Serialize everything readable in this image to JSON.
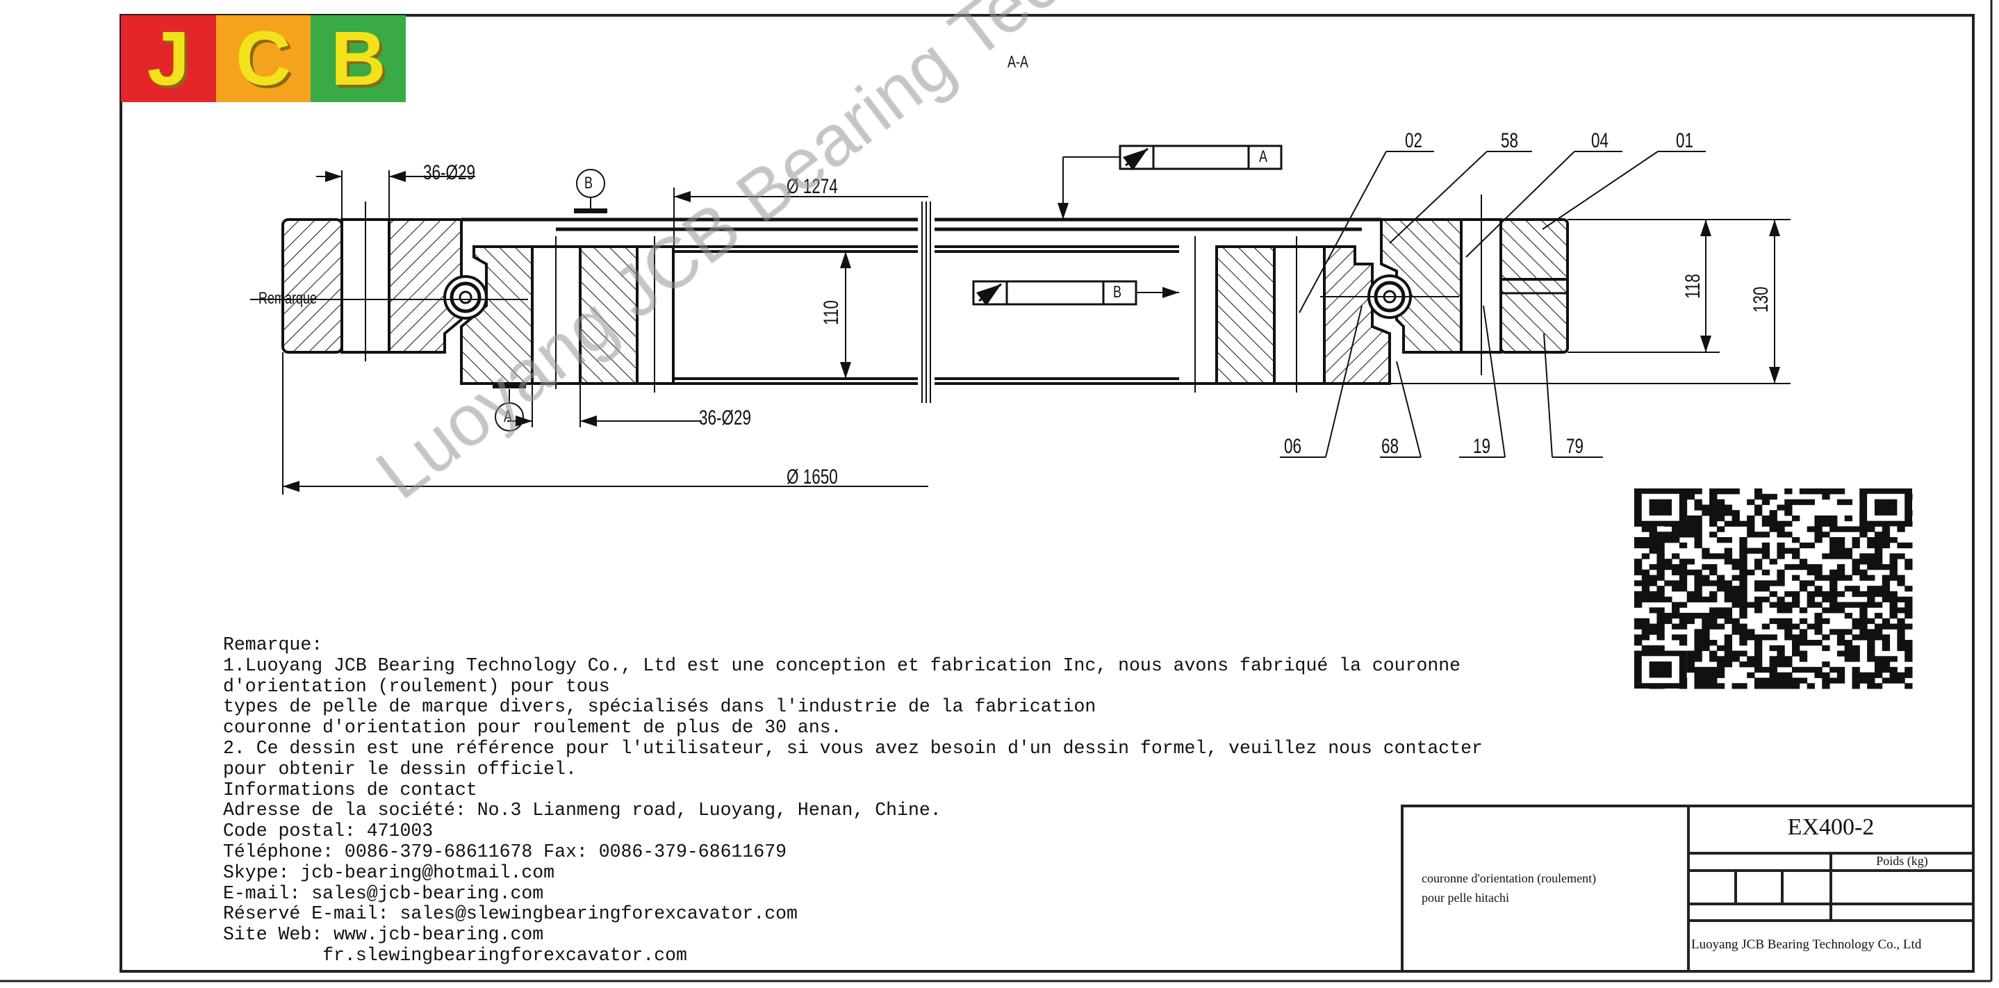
{
  "logo": {
    "letters": [
      "J",
      "C",
      "B"
    ],
    "colors": [
      "#e4262b",
      "#f5a31d",
      "#3aaa47"
    ]
  },
  "section_label": "A-A",
  "dimensions": {
    "bolt_holes_top": "36-Ø29",
    "bolt_holes_bottom": "36-Ø29",
    "inner_diameter": "Ø 1274",
    "outer_diameter": "Ø 1650",
    "inner_height": "110",
    "height_118": "118",
    "height_130": "130"
  },
  "datums": {
    "a": "A",
    "b": "B"
  },
  "tolerance_frames": [
    {
      "datum": "A"
    },
    {
      "datum": "B"
    }
  ],
  "left_note": "Remarque",
  "part_numbers_top": [
    "02",
    "58",
    "04",
    "01"
  ],
  "part_numbers_bottom": [
    "06",
    "68",
    "19",
    "79"
  ],
  "watermark": "Luoyang JCB Bearing Technology Co., Ltd",
  "remarks": [
    "Remarque:",
    "1.Luoyang JCB Bearing Technology Co., Ltd est une conception et fabrication Inc, nous avons fabriqué la couronne",
    "d'orientation (roulement) pour tous",
    "types de pelle de marque divers, spécialisés dans l'industrie de la fabrication",
    "couronne d'orientation pour roulement de plus de 30 ans.",
    "2. Ce dessin est une référence pour l'utilisateur, si vous avez besoin d'un dessin formel, veuillez nous contacter",
    "pour obtenir le dessin officiel.",
    "Informations de contact",
    "Adresse de la société: No.3 Lianmeng road, Luoyang, Henan, Chine.",
    "Code postal: 471003",
    "Téléphone: 0086-379-68611678 Fax: 0086-379-68611679",
    "Skype: jcb-bearing@hotmail.com",
    "E-mail: sales@jcb-bearing.com",
    "Réservé E-mail: sales@slewingbearingforexcavator.com",
    "Site Web: www.jcb-bearing.com",
    "         fr.slewingbearingforexcavator.com"
  ],
  "title_block": {
    "description_line1": "couronne d'orientation (roulement)",
    "description_line2": "pour pelle hitachi",
    "model": "EX400-2",
    "weight_label": "Poids (kg)",
    "company": "Luoyang JCB Bearing Technology Co., Ltd"
  },
  "qr_code": "qr-code-icon"
}
